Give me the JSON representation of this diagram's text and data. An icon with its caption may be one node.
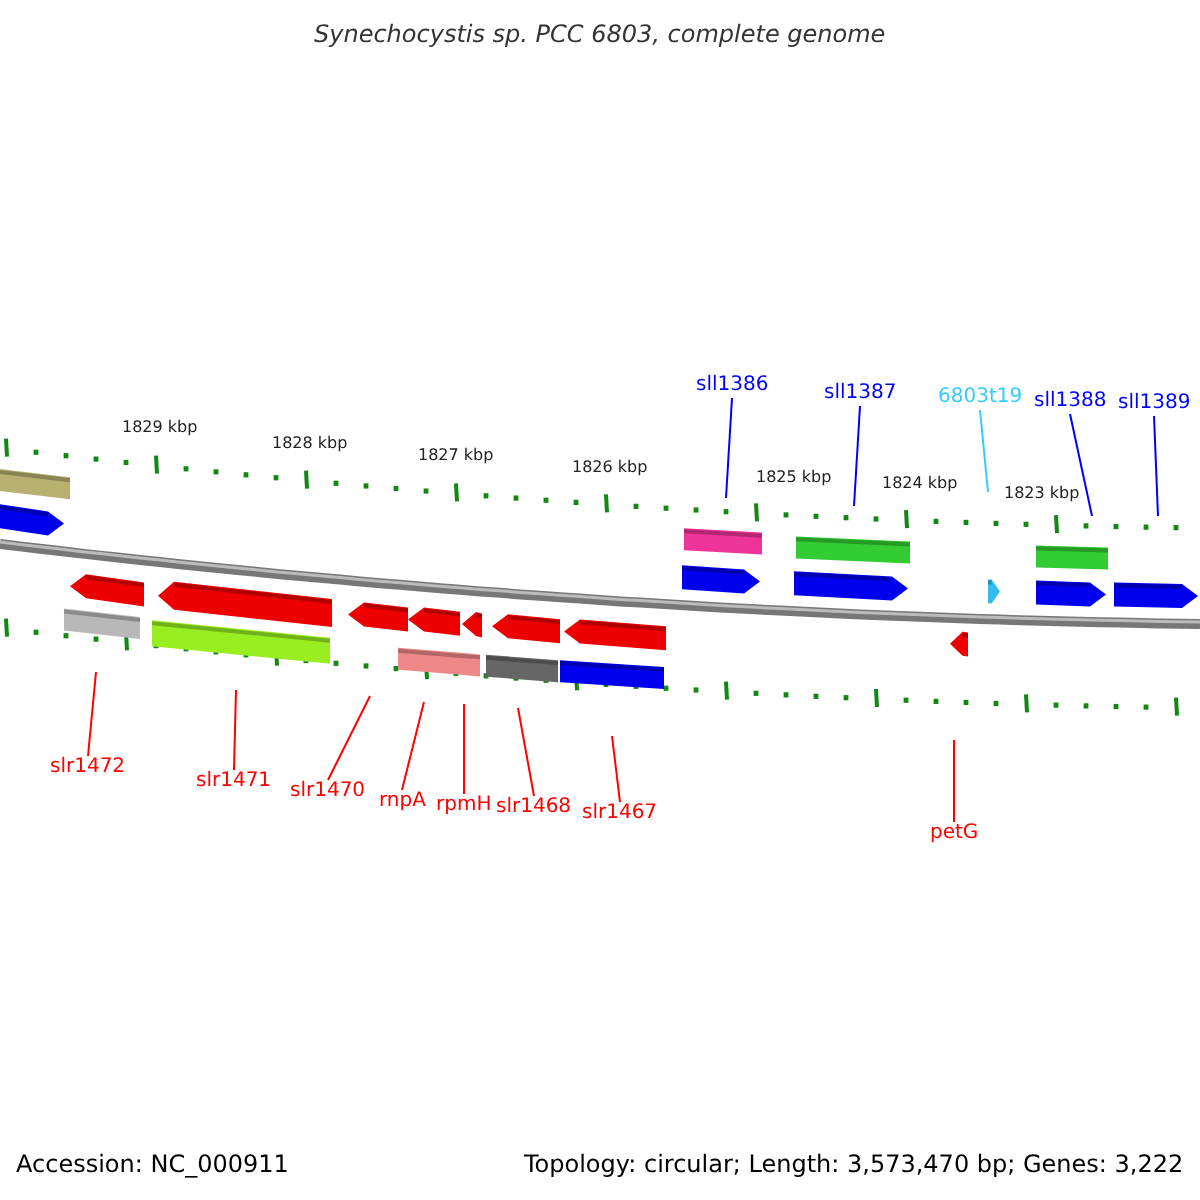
{
  "diagram": {
    "title": "Synechocystis sp. PCC 6803, complete genome",
    "nodes": [
      {
        "text": [
          "sll1386"
        ]
      },
      {
        "text": [
          "sll1387"
        ]
      },
      {
        "text": [
          "6803t19"
        ]
      },
      {
        "text": [
          "sll1388"
        ]
      },
      {
        "text": [
          "sll1389"
        ]
      },
      {
        "text": [
          "slr1472"
        ]
      },
      {
        "text": [
          "slr1471"
        ]
      },
      {
        "text": [
          "slr1470"
        ]
      },
      {
        "text": [
          "rnpA"
        ]
      },
      {
        "text": [
          "rpmH"
        ]
      },
      {
        "text": [
          "slr1468"
        ]
      },
      {
        "text": [
          "slr1467"
        ]
      },
      {
        "text": [
          "petG"
        ]
      }
    ],
    "edges": [
      {
        "from": 0,
        "to": null,
        "arrow": "none",
        "color": "#0000ff"
      },
      {
        "from": 1,
        "to": null,
        "arrow": "none",
        "color": "#0000ff"
      },
      {
        "from": 2,
        "to": null,
        "arrow": "none",
        "color": "#33ccff"
      },
      {
        "from": 3,
        "to": null,
        "arrow": "none",
        "color": "#0000ff"
      },
      {
        "from": 4,
        "to": null,
        "arrow": "none",
        "color": "#0000ff"
      },
      {
        "from": 5,
        "to": null,
        "arrow": "none"
      },
      {
        "from": 6,
        "to": null,
        "arrow": "none"
      },
      {
        "from": 7,
        "to": null,
        "arrow": "none"
      },
      {
        "from": 8,
        "to": null,
        "arrow": "none"
      },
      {
        "from": 9,
        "to": null,
        "arrow": "none"
      },
      {
        "from": 10,
        "to": null,
        "arrow": "none"
      },
      {
        "from": 11,
        "to": null,
        "arrow": "none"
      },
      {
        "from": 12,
        "to": null,
        "arrow": "none"
      }
    ],
    "labels": [
      "1829 kbp",
      "1828 kbp",
      "1827 kbp",
      "1826 kbp",
      "1825 kbp",
      "1824 kbp",
      "1823 kbp",
      "Accession: NC_000911",
      "Topology: circular; Length: 3,573,470 bp; Genes: 3,222"
    ]
  }
}
